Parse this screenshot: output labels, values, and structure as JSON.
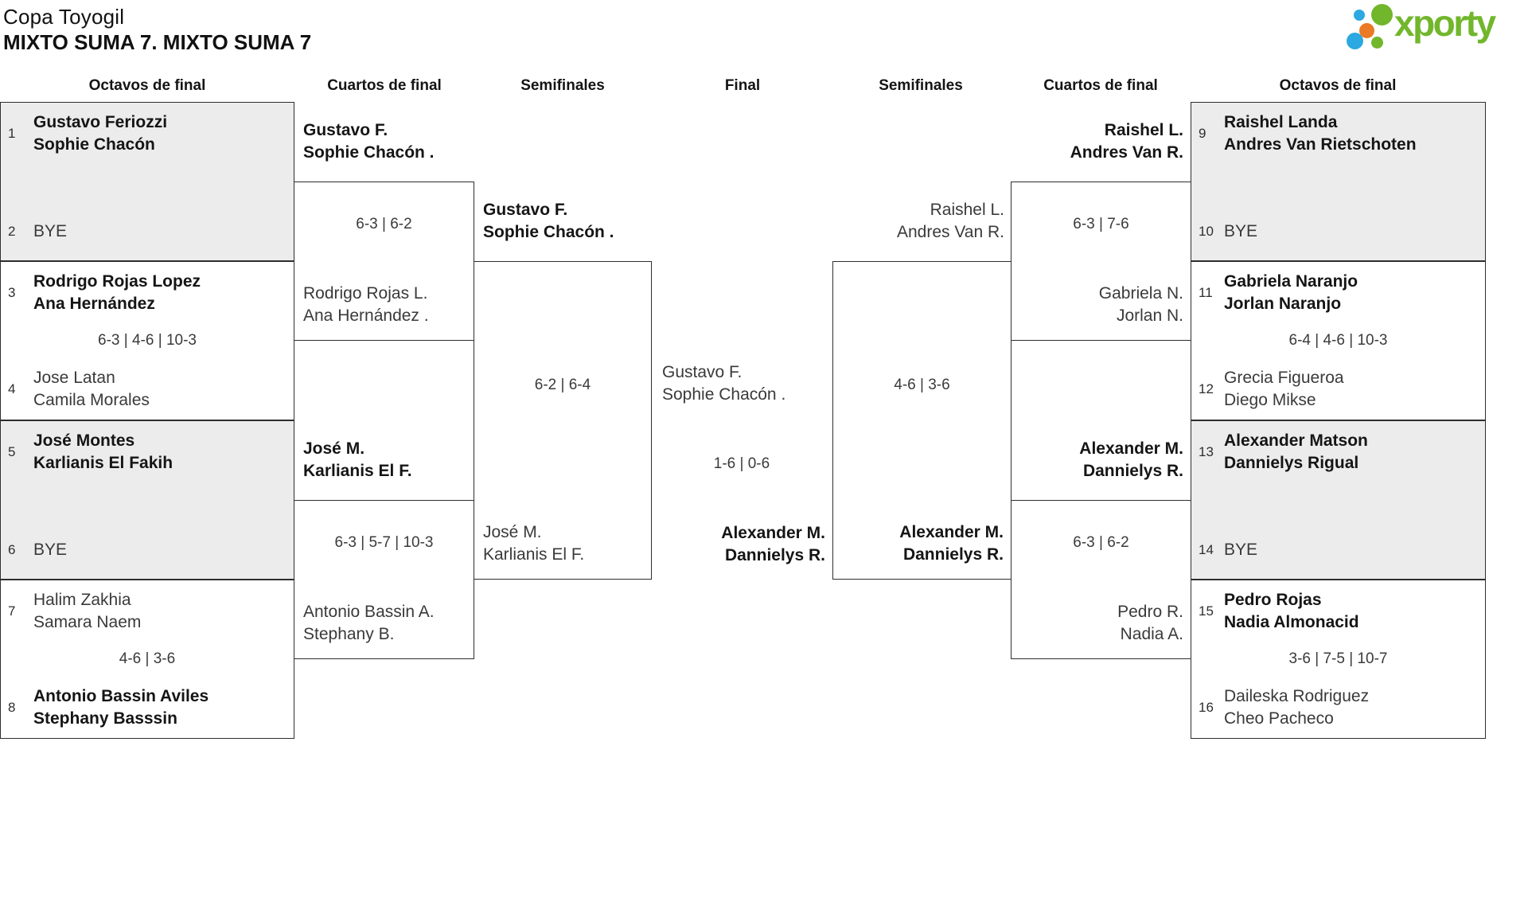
{
  "header": {
    "title": "Copa Toyogil",
    "subtitle": "MIXTO SUMA 7. MIXTO SUMA 7"
  },
  "logo": {
    "text": "xporty",
    "colors": {
      "green": "#72b62c",
      "blue": "#2ba9e0",
      "orange": "#ea7a25"
    }
  },
  "round_headers": [
    "Octavos de final",
    "Cuartos de final",
    "Semifinales",
    "Final",
    "Semifinales",
    "Cuartos de final",
    "Octavos de final"
  ],
  "bracket": {
    "octavos_left": [
      {
        "top": {
          "seed": "1",
          "p1": "Gustavo Feriozzi",
          "p2": "Sophie Chacón"
        },
        "bottom": {
          "seed": "2",
          "p1": "BYE"
        }
      },
      {
        "top": {
          "seed": "3",
          "p1": "Rodrigo Rojas Lopez",
          "p2": "Ana Hernández"
        },
        "score": "6-3 | 4-6 | 10-3",
        "bottom": {
          "seed": "4",
          "p1": "Jose Latan",
          "p2": "Camila Morales"
        }
      },
      {
        "top": {
          "seed": "5",
          "p1": "José Montes",
          "p2": "Karlianis El Fakih"
        },
        "bottom": {
          "seed": "6",
          "p1": "BYE"
        }
      },
      {
        "top": {
          "seed": "7",
          "p1": "Halim Zakhia",
          "p2": "Samara Naem"
        },
        "score": "4-6 | 3-6",
        "bottom": {
          "seed": "8",
          "p1": "Antonio Bassin Aviles",
          "p2": "Stephany Basssin"
        }
      }
    ],
    "octavos_right": [
      {
        "top": {
          "seed": "9",
          "p1": "Raishel Landa",
          "p2": "Andres Van Rietschoten"
        },
        "bottom": {
          "seed": "10",
          "p1": "BYE"
        }
      },
      {
        "top": {
          "seed": "11",
          "p1": "Gabriela Naranjo",
          "p2": "Jorlan Naranjo"
        },
        "score": "6-4 | 4-6 | 10-3",
        "bottom": {
          "seed": "12",
          "p1": "Grecia Figueroa",
          "p2": "Diego Mikse"
        }
      },
      {
        "top": {
          "seed": "13",
          "p1": "Alexander Matson",
          "p2": "Dannielys Rigual"
        },
        "bottom": {
          "seed": "14",
          "p1": "BYE"
        }
      },
      {
        "top": {
          "seed": "15",
          "p1": "Pedro Rojas",
          "p2": "Nadia Almonacid"
        },
        "score": "3-6 | 7-5 | 10-7",
        "bottom": {
          "seed": "16",
          "p1": "Daileska Rodriguez",
          "p2": "Cheo Pacheco"
        }
      }
    ],
    "quarterfinals_left": [
      {
        "winner": {
          "p1": "Gustavo F.",
          "p2": "Sophie Chacón ."
        },
        "score": "6-3 | 6-2",
        "loser": {
          "p1": "Rodrigo Rojas L.",
          "p2": "Ana Hernández ."
        }
      },
      {
        "winner": {
          "p1": "José M.",
          "p2": "Karlianis El F."
        },
        "score": "6-3 | 5-7 | 10-3",
        "loser": {
          "p1": "Antonio Bassin A.",
          "p2": "Stephany B."
        }
      }
    ],
    "quarterfinals_right": [
      {
        "winner": {
          "p1": "Raishel L.",
          "p2": "Andres Van R."
        },
        "score": "6-3 | 7-6",
        "loser": {
          "p1": "Gabriela N.",
          "p2": "Jorlan N."
        }
      },
      {
        "winner": {
          "p1": "Alexander M.",
          "p2": "Dannielys R."
        },
        "score": "6-3 | 6-2",
        "loser": {
          "p1": "Pedro R.",
          "p2": "Nadia A."
        }
      }
    ],
    "semifinal_left": {
      "winner": {
        "p1": "Gustavo F.",
        "p2": "Sophie Chacón ."
      },
      "score": "6-2 | 6-4",
      "loser": {
        "p1": "José M.",
        "p2": "Karlianis El F."
      }
    },
    "semifinal_right": {
      "finalist_top": {
        "p1": "Raishel L.",
        "p2": "Andres Van R."
      },
      "score": "4-6 | 3-6",
      "winner": {
        "p1": "Alexander M.",
        "p2": "Dannielys R."
      }
    },
    "final": {
      "runner_up": {
        "p1": "Gustavo F.",
        "p2": "Sophie Chacón ."
      },
      "score": "1-6 | 0-6",
      "winner": {
        "p1": "Alexander M.",
        "p2": "Dannielys R."
      }
    }
  }
}
